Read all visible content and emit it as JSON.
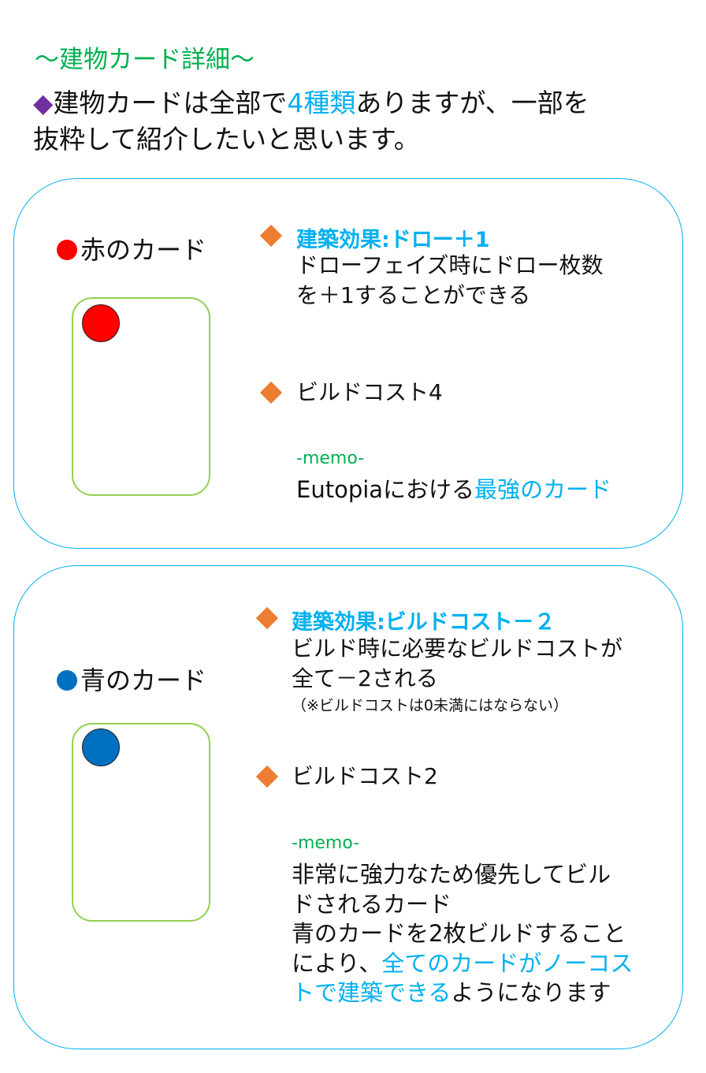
{
  "title": "～建物カード詳細～",
  "intro": {
    "bullet": "◆",
    "text_before": "建物カードは全部で",
    "highlight": "4種類",
    "text_after": "ありますが、一部を",
    "line2": "抜粋して紹介したいと思います。"
  },
  "colors": {
    "green": "#00b050",
    "blue": "#00b0f0",
    "purple": "#7030a0",
    "orange": "#ed7d31",
    "red": "#ff0000",
    "darkblue": "#0070c0",
    "card_border": "#92d050"
  },
  "cards": [
    {
      "label": "赤のカード",
      "dot_color": "#ff0000",
      "effect_heading": "建築効果:ドロー＋1",
      "effect_lines": [
        "ドローフェイズ時にドロー枚数",
        "を＋1することができる"
      ],
      "cost": "ビルドコスト4",
      "memo_label": "-memo-",
      "memo_before": "Eutopiaにおける",
      "memo_highlight": "最強のカード"
    },
    {
      "label": "青のカード",
      "dot_color": "#0070c0",
      "effect_heading": "建築効果:ビルドコスト－２",
      "effect_lines": [
        "ビルド時に必要なビルドコストが",
        "全て－2される"
      ],
      "effect_note": "（※ビルドコストは0未満にはならない）",
      "cost": "ビルドコスト2",
      "memo_label": "-memo-",
      "memo_line1": "非常に強力なため優先してビル",
      "memo_line2": "ドされるカード",
      "memo_line3": "青のカードを2枚ビルドすること",
      "memo_line4_before": "により、",
      "memo_line4_highlight": "全てのカードがノーコス",
      "memo_line5_highlight": "トで建築できる",
      "memo_line5_after": "ようになります"
    }
  ]
}
